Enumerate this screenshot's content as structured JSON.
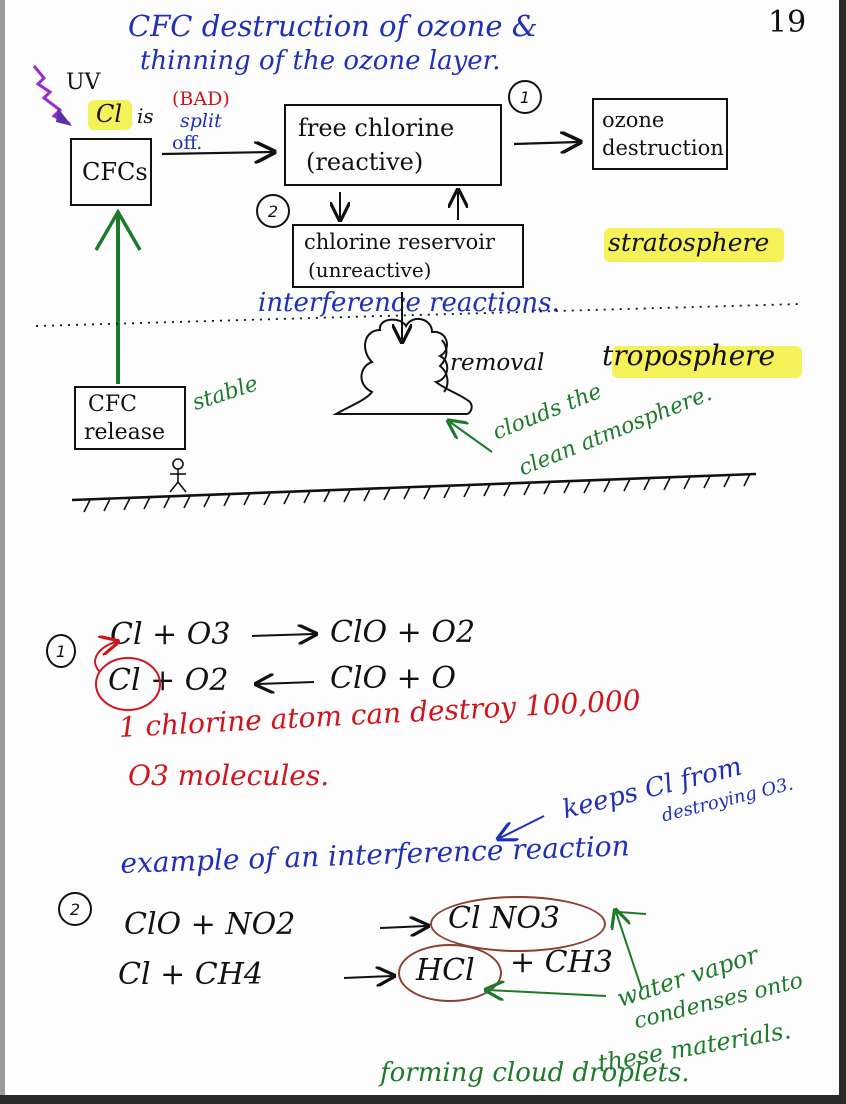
{
  "page_number": "19",
  "title": {
    "line1": "CFC destruction of ozone &",
    "line2": "thinning of the ozone layer."
  },
  "diagram": {
    "uv_label": "UV",
    "cl_label": "Cl",
    "is_label": "is",
    "bad_label": "(BAD)",
    "split_label": "split",
    "off_label": "off.",
    "cfcs_box": "CFCs",
    "free_chlorine_line1": "free chlorine",
    "free_chlorine_line2": "(reactive)",
    "ozone_line1": "ozone",
    "ozone_line2": "destruction",
    "marker1": "1",
    "marker2": "2",
    "reservoir_line1": "chlorine reservoir",
    "reservoir_line2": "(unreactive)",
    "stratosphere": "stratosphere",
    "interference": "interference reactions.",
    "removal": "removal",
    "troposphere": "troposphere",
    "cfc_release_line1": "CFC",
    "cfc_release_line2": "release",
    "stable": "stable",
    "clouds_line1": "clouds the",
    "clouds_line2": "clean atmosphere."
  },
  "reactions1": {
    "marker": "1",
    "eq1_left": "Cl + O3",
    "eq1_right": "ClO + O2",
    "eq2_left": "Cl + O2",
    "eq2_right": "ClO + O",
    "note_line1": "1 chlorine atom can destroy 100,000",
    "note_line2": "O3 molecules."
  },
  "reactions2": {
    "marker": "2",
    "keeps_line1": "keeps Cl from",
    "keeps_line2": "destroying O3.",
    "example": "example of an interference reaction",
    "eq1_left": "ClO + NO2",
    "eq1_product": "Cl NO3",
    "eq2_left": "Cl + CH4",
    "eq2_product": "HCl",
    "eq2_rest": "+ CH3",
    "water_line1": "water vapor",
    "water_line2": "condenses onto",
    "water_line3": "these materials.",
    "forming": "forming cloud droplets."
  },
  "colors": {
    "blue_ink": "#1f2fb8",
    "black_ink": "#111111",
    "red_ink": "#d0141c",
    "green_ink": "#1d7a2a",
    "highlight": "#f3ef3c",
    "brown_ink": "#8b3f2f",
    "purple_ink": "#9a2bd0"
  }
}
